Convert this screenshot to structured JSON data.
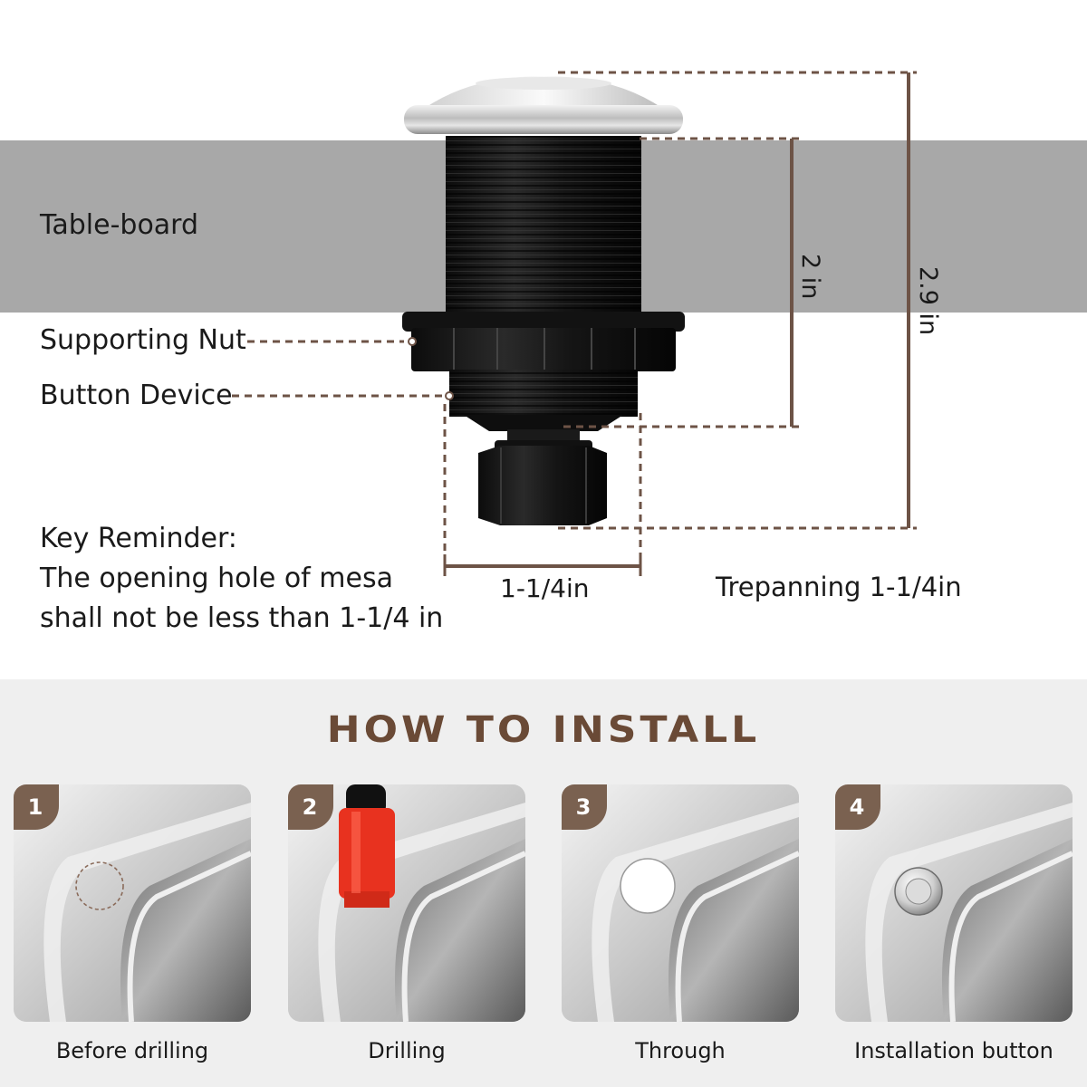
{
  "spec": {
    "table_board_label": "Table-board",
    "supporting_nut_label": "Supporting Nut",
    "button_device_label": "Button Device",
    "key_reminder": {
      "line1": "Key Reminder:",
      "line2": "The opening hole of mesa",
      "line3": "shall not be less than 1-1/4 in"
    },
    "dim_width": "1-1/4in",
    "trepanning": "Trepanning 1-1/4in",
    "dim_height_2": "2 in",
    "dim_height_total": "2.9 in"
  },
  "install": {
    "title": "HOW TO INSTALL",
    "steps": [
      {
        "number": "1",
        "caption": "Before drilling"
      },
      {
        "number": "2",
        "caption": "Drilling"
      },
      {
        "number": "3",
        "caption": "Through"
      },
      {
        "number": "4",
        "caption": "Installation button"
      }
    ]
  },
  "colors": {
    "accent": "#7a6150",
    "title": "#6a4a36",
    "band": "#a8a8a8",
    "dim_line": "#6d5346",
    "bottom_bg": "#efefef"
  }
}
